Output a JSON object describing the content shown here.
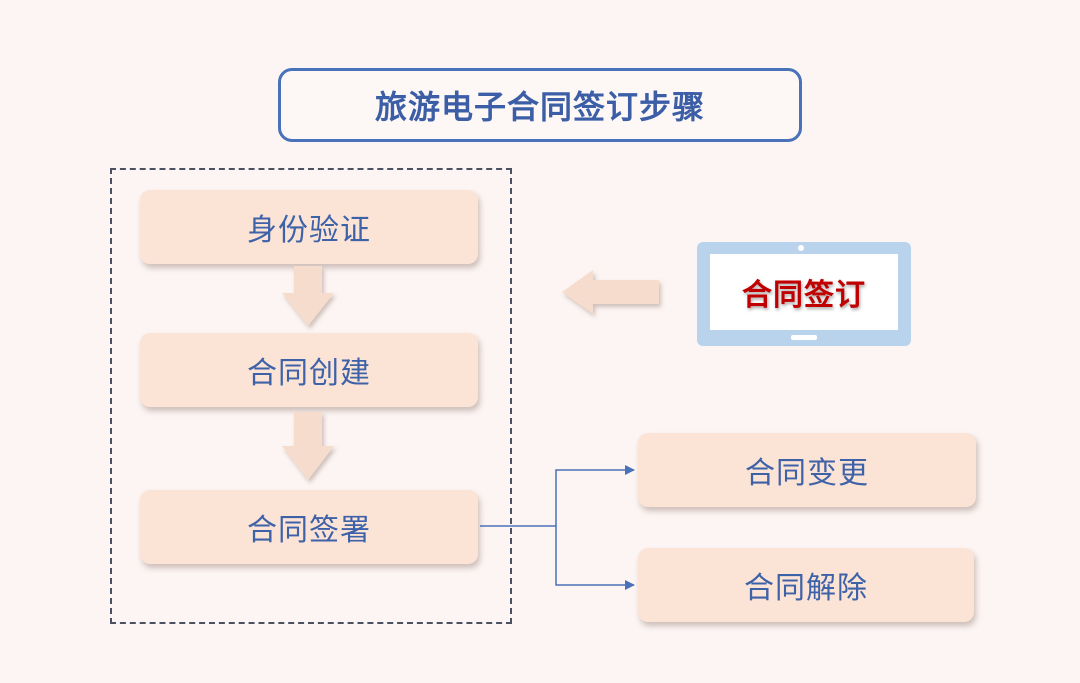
{
  "title": "旅游电子合同签订步骤",
  "steps": {
    "identity": "身份验证",
    "create": "合同创建",
    "sign": "合同签署",
    "change": "合同变更",
    "terminate": "合同解除"
  },
  "tablet": {
    "label": "合同签订"
  },
  "colors": {
    "title_border": "#4a72b8",
    "text_blue": "#3e62a8",
    "step_fill": "#fbe3d6",
    "arrow_fill": "#f6dccc",
    "connector": "#4a72b8",
    "tablet_frame": "#b9d3ec",
    "tablet_text": "#c00000"
  }
}
